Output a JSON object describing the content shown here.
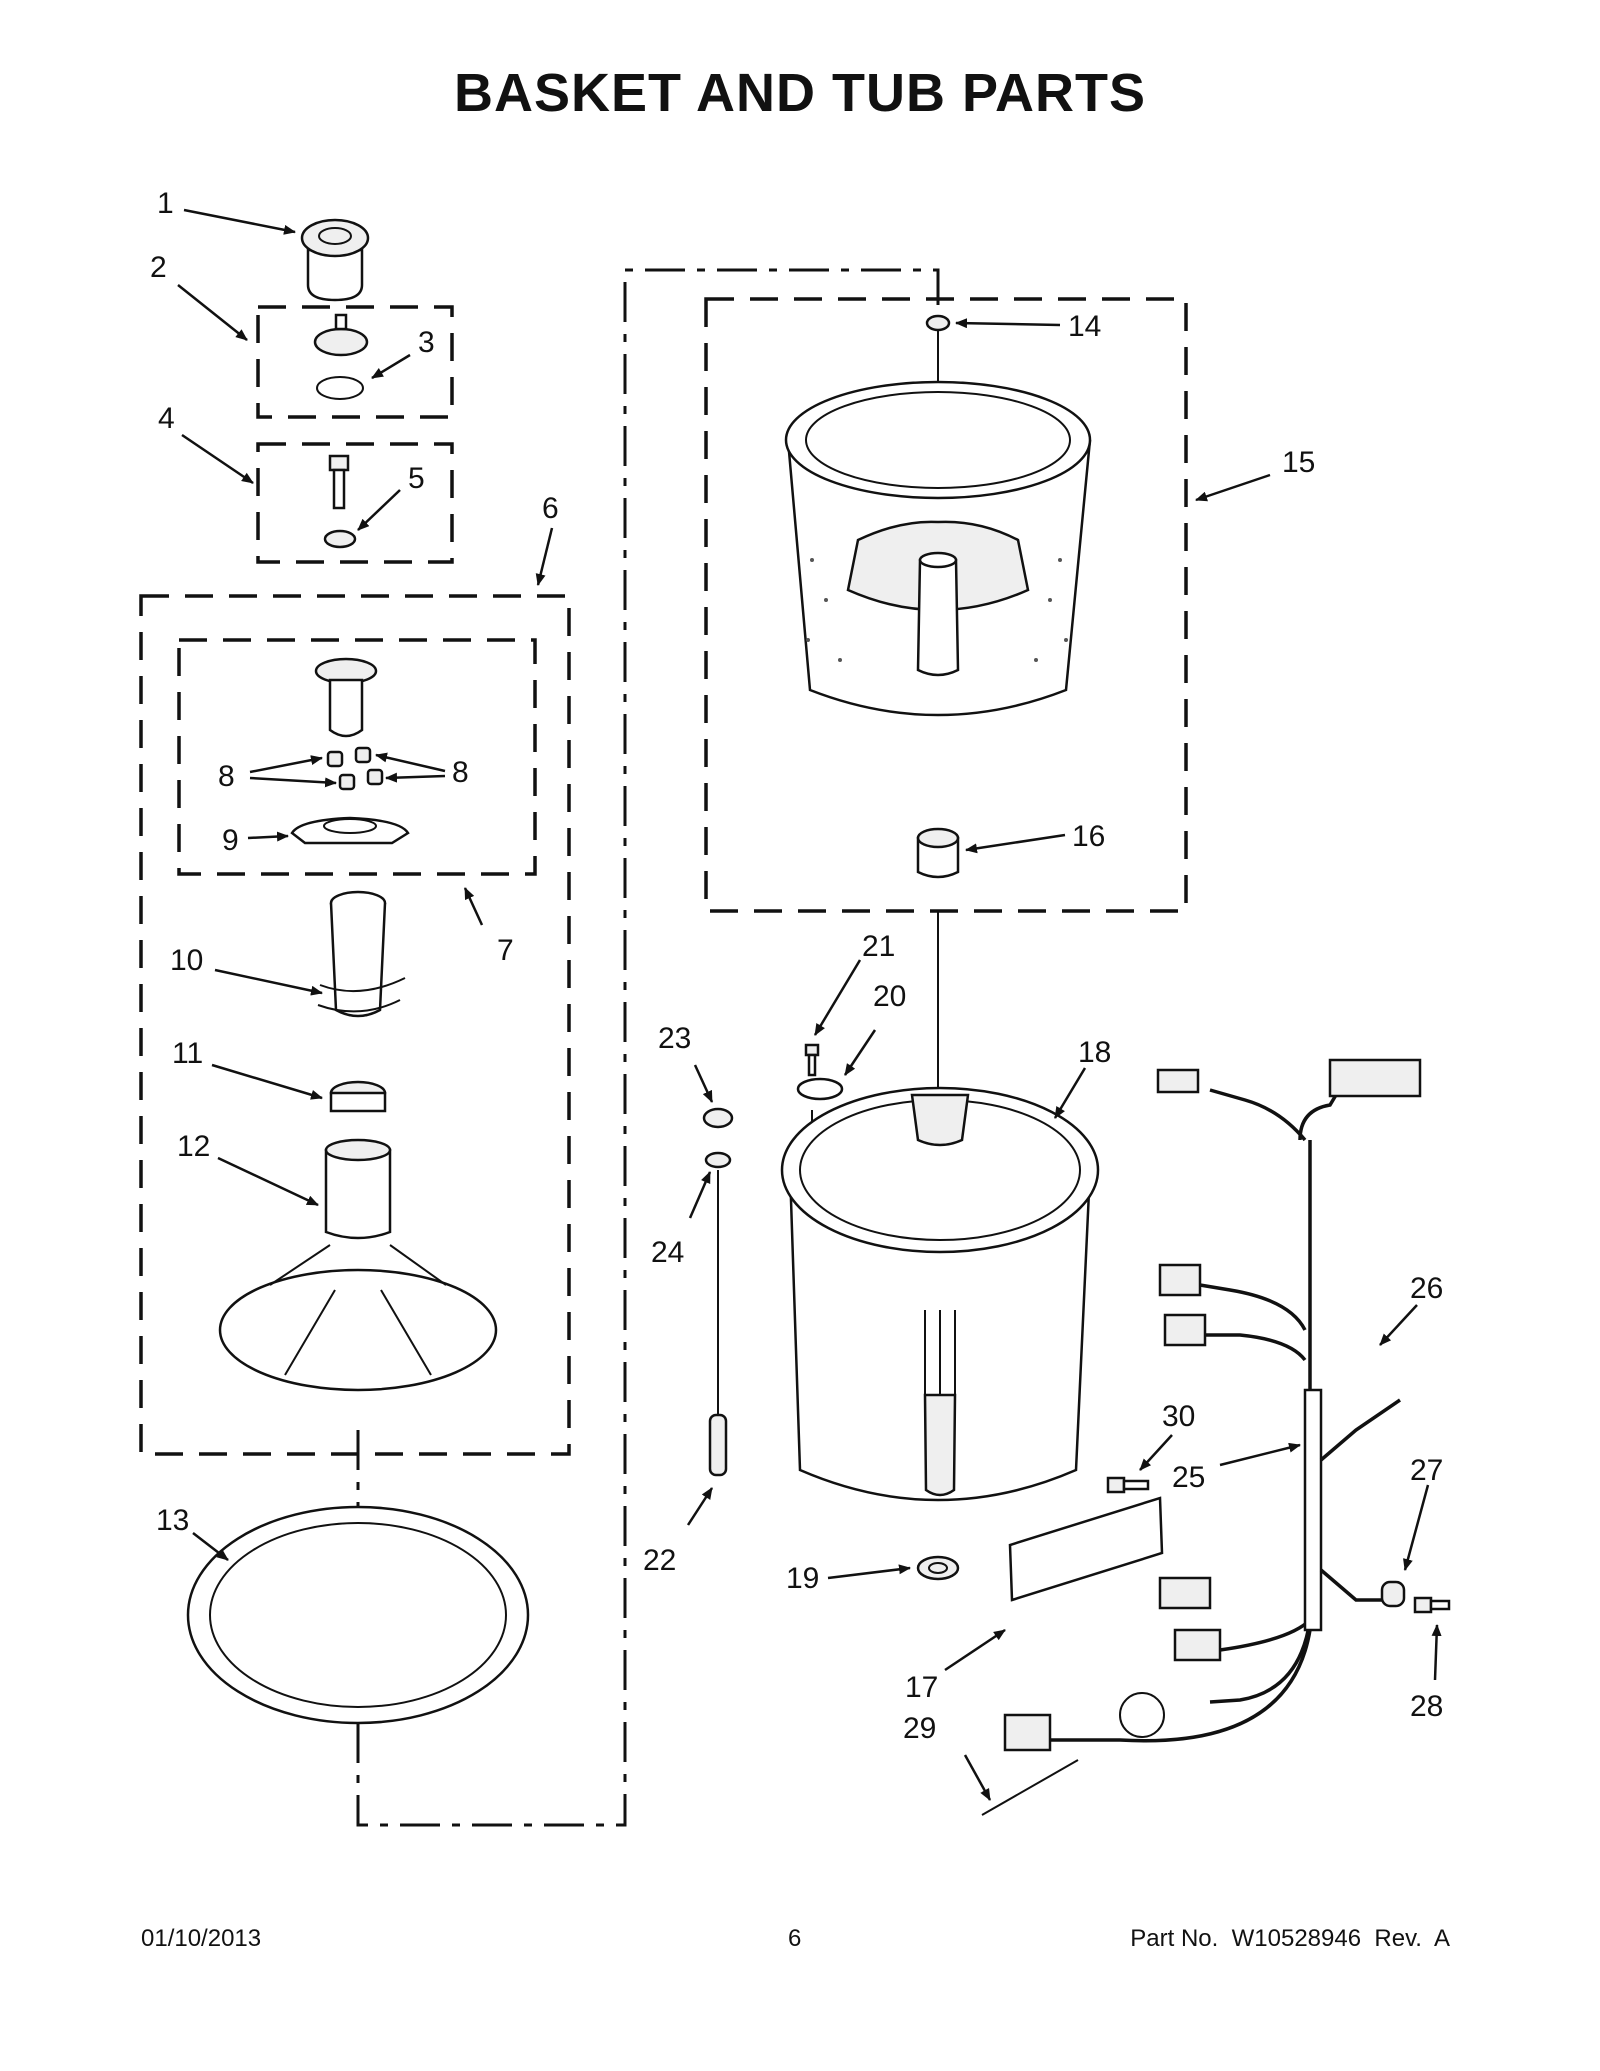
{
  "title": "BASKET AND TUB PARTS",
  "footer": {
    "date": "01/10/2013",
    "page": "6",
    "part_number": "Part No.  W10528946  Rev.  A"
  },
  "callouts": [
    "1",
    "2",
    "3",
    "4",
    "5",
    "6",
    "7",
    "8",
    "8",
    "9",
    "10",
    "11",
    "12",
    "13",
    "14",
    "15",
    "16",
    "17",
    "18",
    "19",
    "20",
    "21",
    "22",
    "23",
    "24",
    "25",
    "26",
    "27",
    "28",
    "29",
    "30"
  ]
}
